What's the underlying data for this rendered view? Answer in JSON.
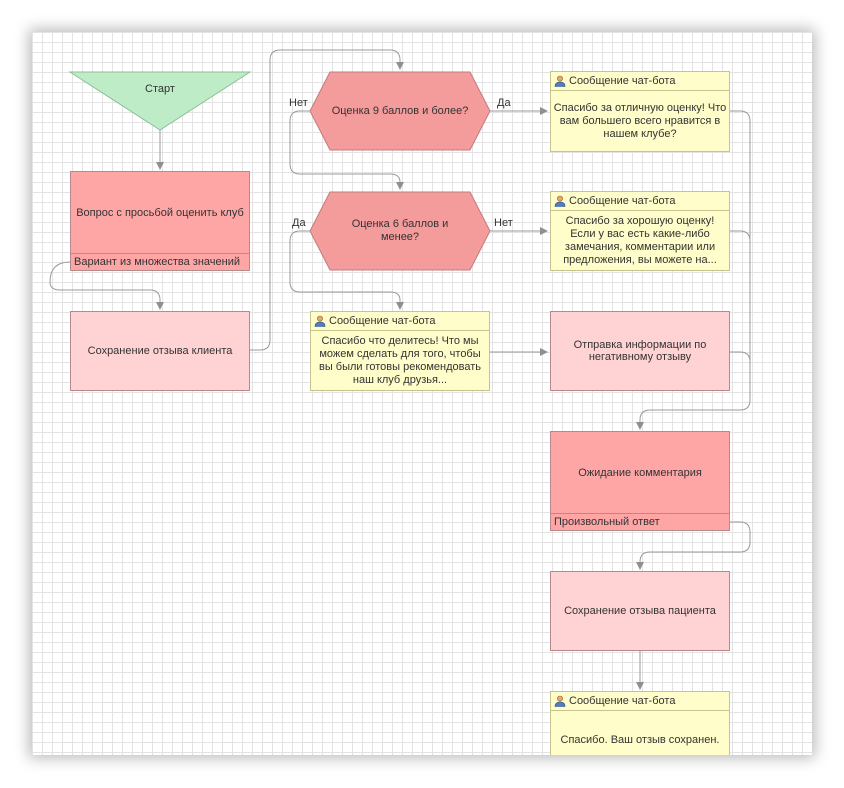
{
  "colors": {
    "start": "#bdecc7",
    "condition": "#f49b9b",
    "action_red": "#fea6a6",
    "action_pink": "#ffd3d3",
    "message": "#fffdc9",
    "connector": "#8f8f8f"
  },
  "icons": {
    "message_header": "user-icon"
  },
  "start": {
    "label": "Старт"
  },
  "question": {
    "label": "Вопрос с просьбой оценить клуб",
    "footer": "Вариант из множества значений"
  },
  "save_review_client": {
    "label": "Сохранение отзыва клиента"
  },
  "cond_9": {
    "label": "Оценка 9 баллов и более?",
    "yes_label": "Да",
    "no_label": "Нет"
  },
  "cond_6": {
    "label": "Оценка 6 баллов и менее?",
    "yes_label": "Да",
    "no_label": "Нет"
  },
  "msg_thanks_excellent": {
    "header": "Сообщение чат-бота",
    "text": "Спасибо за отличную оценку! Что вам большего всего нравится в нашем клубе?"
  },
  "msg_thanks_good": {
    "header": "Сообщение чат-бота",
    "text": "Спасибо за хорошую оценку! Если у вас есть какие-либо замечания, комментарии или предложения, вы можете на..."
  },
  "msg_share": {
    "header": "Сообщение чат-бота",
    "text": "Спасибо что делитесь! Что мы можем сделать для того, чтобы вы были готовы рекомендовать наш клуб друзья..."
  },
  "send_negative": {
    "label": "Отправка информации по негативному отзыву"
  },
  "wait_comment": {
    "label": "Ожидание комментария",
    "footer": "Произвольный ответ"
  },
  "save_review_patient": {
    "label": "Сохранение отзыва пациента"
  },
  "msg_saved": {
    "header": "Сообщение чат-бота",
    "text": "Спасибо. Ваш отзыв сохранен."
  }
}
